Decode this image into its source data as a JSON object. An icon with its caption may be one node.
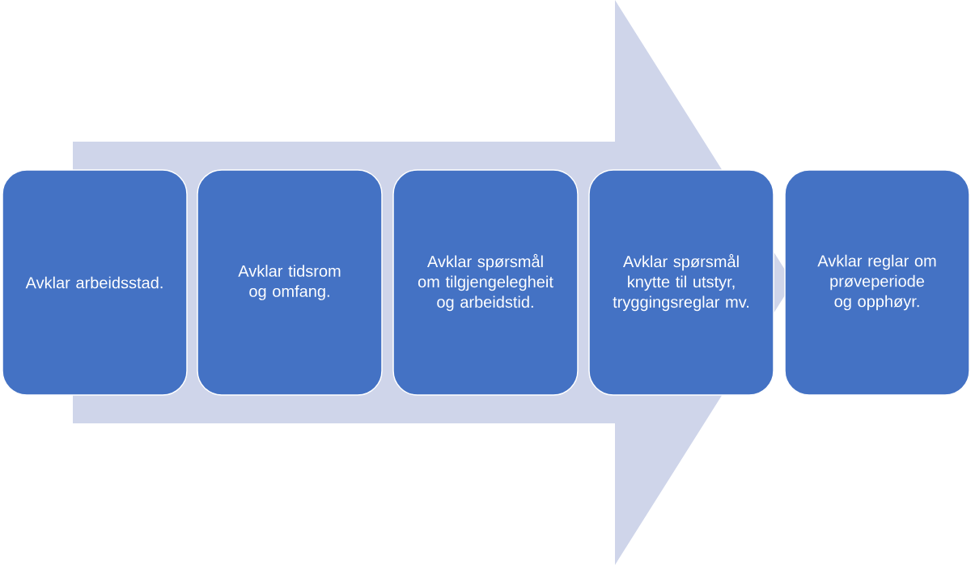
{
  "diagram": {
    "nodes": [
      {
        "text": [
          "Avklar arbeidsstad."
        ]
      },
      {
        "text": [
          "Avklar tidsrom og omfang."
        ]
      },
      {
        "text": [
          "Avklar spørsmål om tilgjengelegheit og arbeidstid."
        ]
      },
      {
        "text": [
          "Avklar spørsmål knytte til utstyr, tryggingsreglar mv."
        ]
      },
      {
        "text": [
          "Avklar reglar om prøveperiode og opphøyr."
        ]
      }
    ],
    "edges": [
      {
        "from": 0,
        "to": 4,
        "arrow": "to"
      }
    ]
  }
}
